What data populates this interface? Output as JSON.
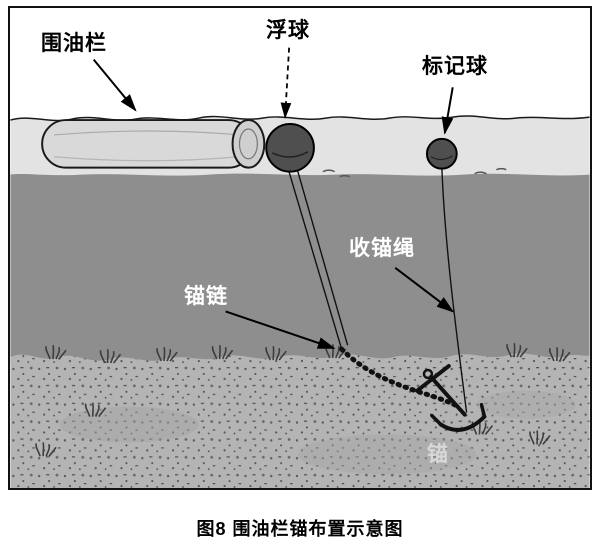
{
  "figure": {
    "caption": "图8 围油栏锚布置示意图",
    "labels": {
      "boom": "围油栏",
      "float_ball": "浮球",
      "marker_ball": "标记球",
      "retrieval_rope": "收锚绳",
      "anchor_chain": "锚链",
      "anchor": "锚"
    },
    "colors": {
      "outline": "#1a1a1a",
      "surface_water": "#e3e3e3",
      "deep_water": "#8e8e8e",
      "seabed": "#b4b4b4",
      "buoy_fill": "#4f4f4f",
      "boom_fill": "#d9d9d9"
    }
  }
}
